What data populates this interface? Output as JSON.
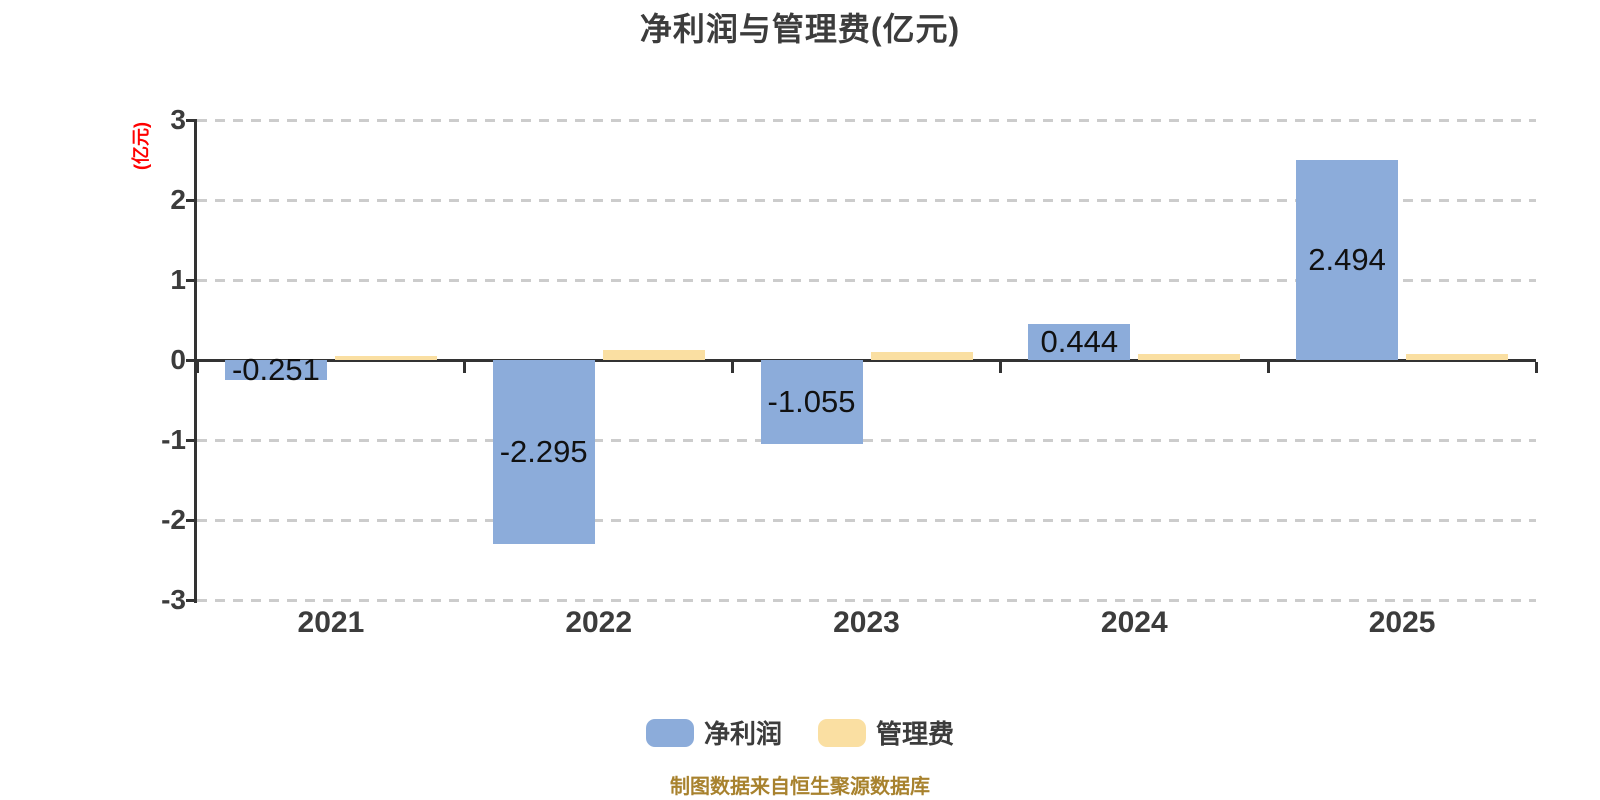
{
  "title": {
    "text": "净利润与管理费(亿元)"
  },
  "y_axis": {
    "name": "(亿元)",
    "tick_labels": [
      "3",
      "2",
      "1",
      "0",
      "-1",
      "-2",
      "-3"
    ],
    "min": -3,
    "max": 3
  },
  "footer": {
    "text": "制图数据来自恒生聚源数据库"
  },
  "legend": {
    "position": "bottom",
    "items": [
      {
        "key": "net-profit",
        "label": "净利润",
        "color": "#8cacda"
      },
      {
        "key": "management-fee",
        "label": "管理费",
        "color": "#fadfa2"
      }
    ]
  },
  "colors": {
    "net_profit_bar": "#8cacda",
    "management_fee_bar": "#fadfa2",
    "axis": "#333333",
    "grid": "#cccccc",
    "tick_text": "#3c3c3c",
    "title_text": "#3c3c3c",
    "value_text": "#111111",
    "yaxis_name_red": "#ff0000",
    "footer_gold": "#a8822e"
  },
  "chart_data": {
    "type": "bar",
    "title": "净利润与管理费(亿元)",
    "categories": [
      "2021",
      "2022",
      "2023",
      "2024",
      "2025"
    ],
    "series": [
      {
        "key": "net-profit",
        "name": "净利润",
        "color": "#8cacda",
        "values": [
          -0.251,
          -2.295,
          -1.055,
          0.444,
          2.494
        ],
        "labels": [
          "-0.251",
          "-2.295",
          "-1.055",
          "0.444",
          "2.494"
        ],
        "show_labels": true
      },
      {
        "key": "management-fee",
        "name": "管理费",
        "color": "#fadfa2",
        "values": [
          0.05,
          0.12,
          0.1,
          0.07,
          0.07
        ],
        "labels": [],
        "show_labels": false
      }
    ],
    "ylabel": "(亿元)",
    "xlabel": "",
    "ylim": [
      -3,
      3
    ],
    "y_tick_step": 1,
    "grid": "dashed-horizontal",
    "legend_position": "bottom",
    "annotations": [
      "制图数据来自恒生聚源数据库"
    ]
  }
}
